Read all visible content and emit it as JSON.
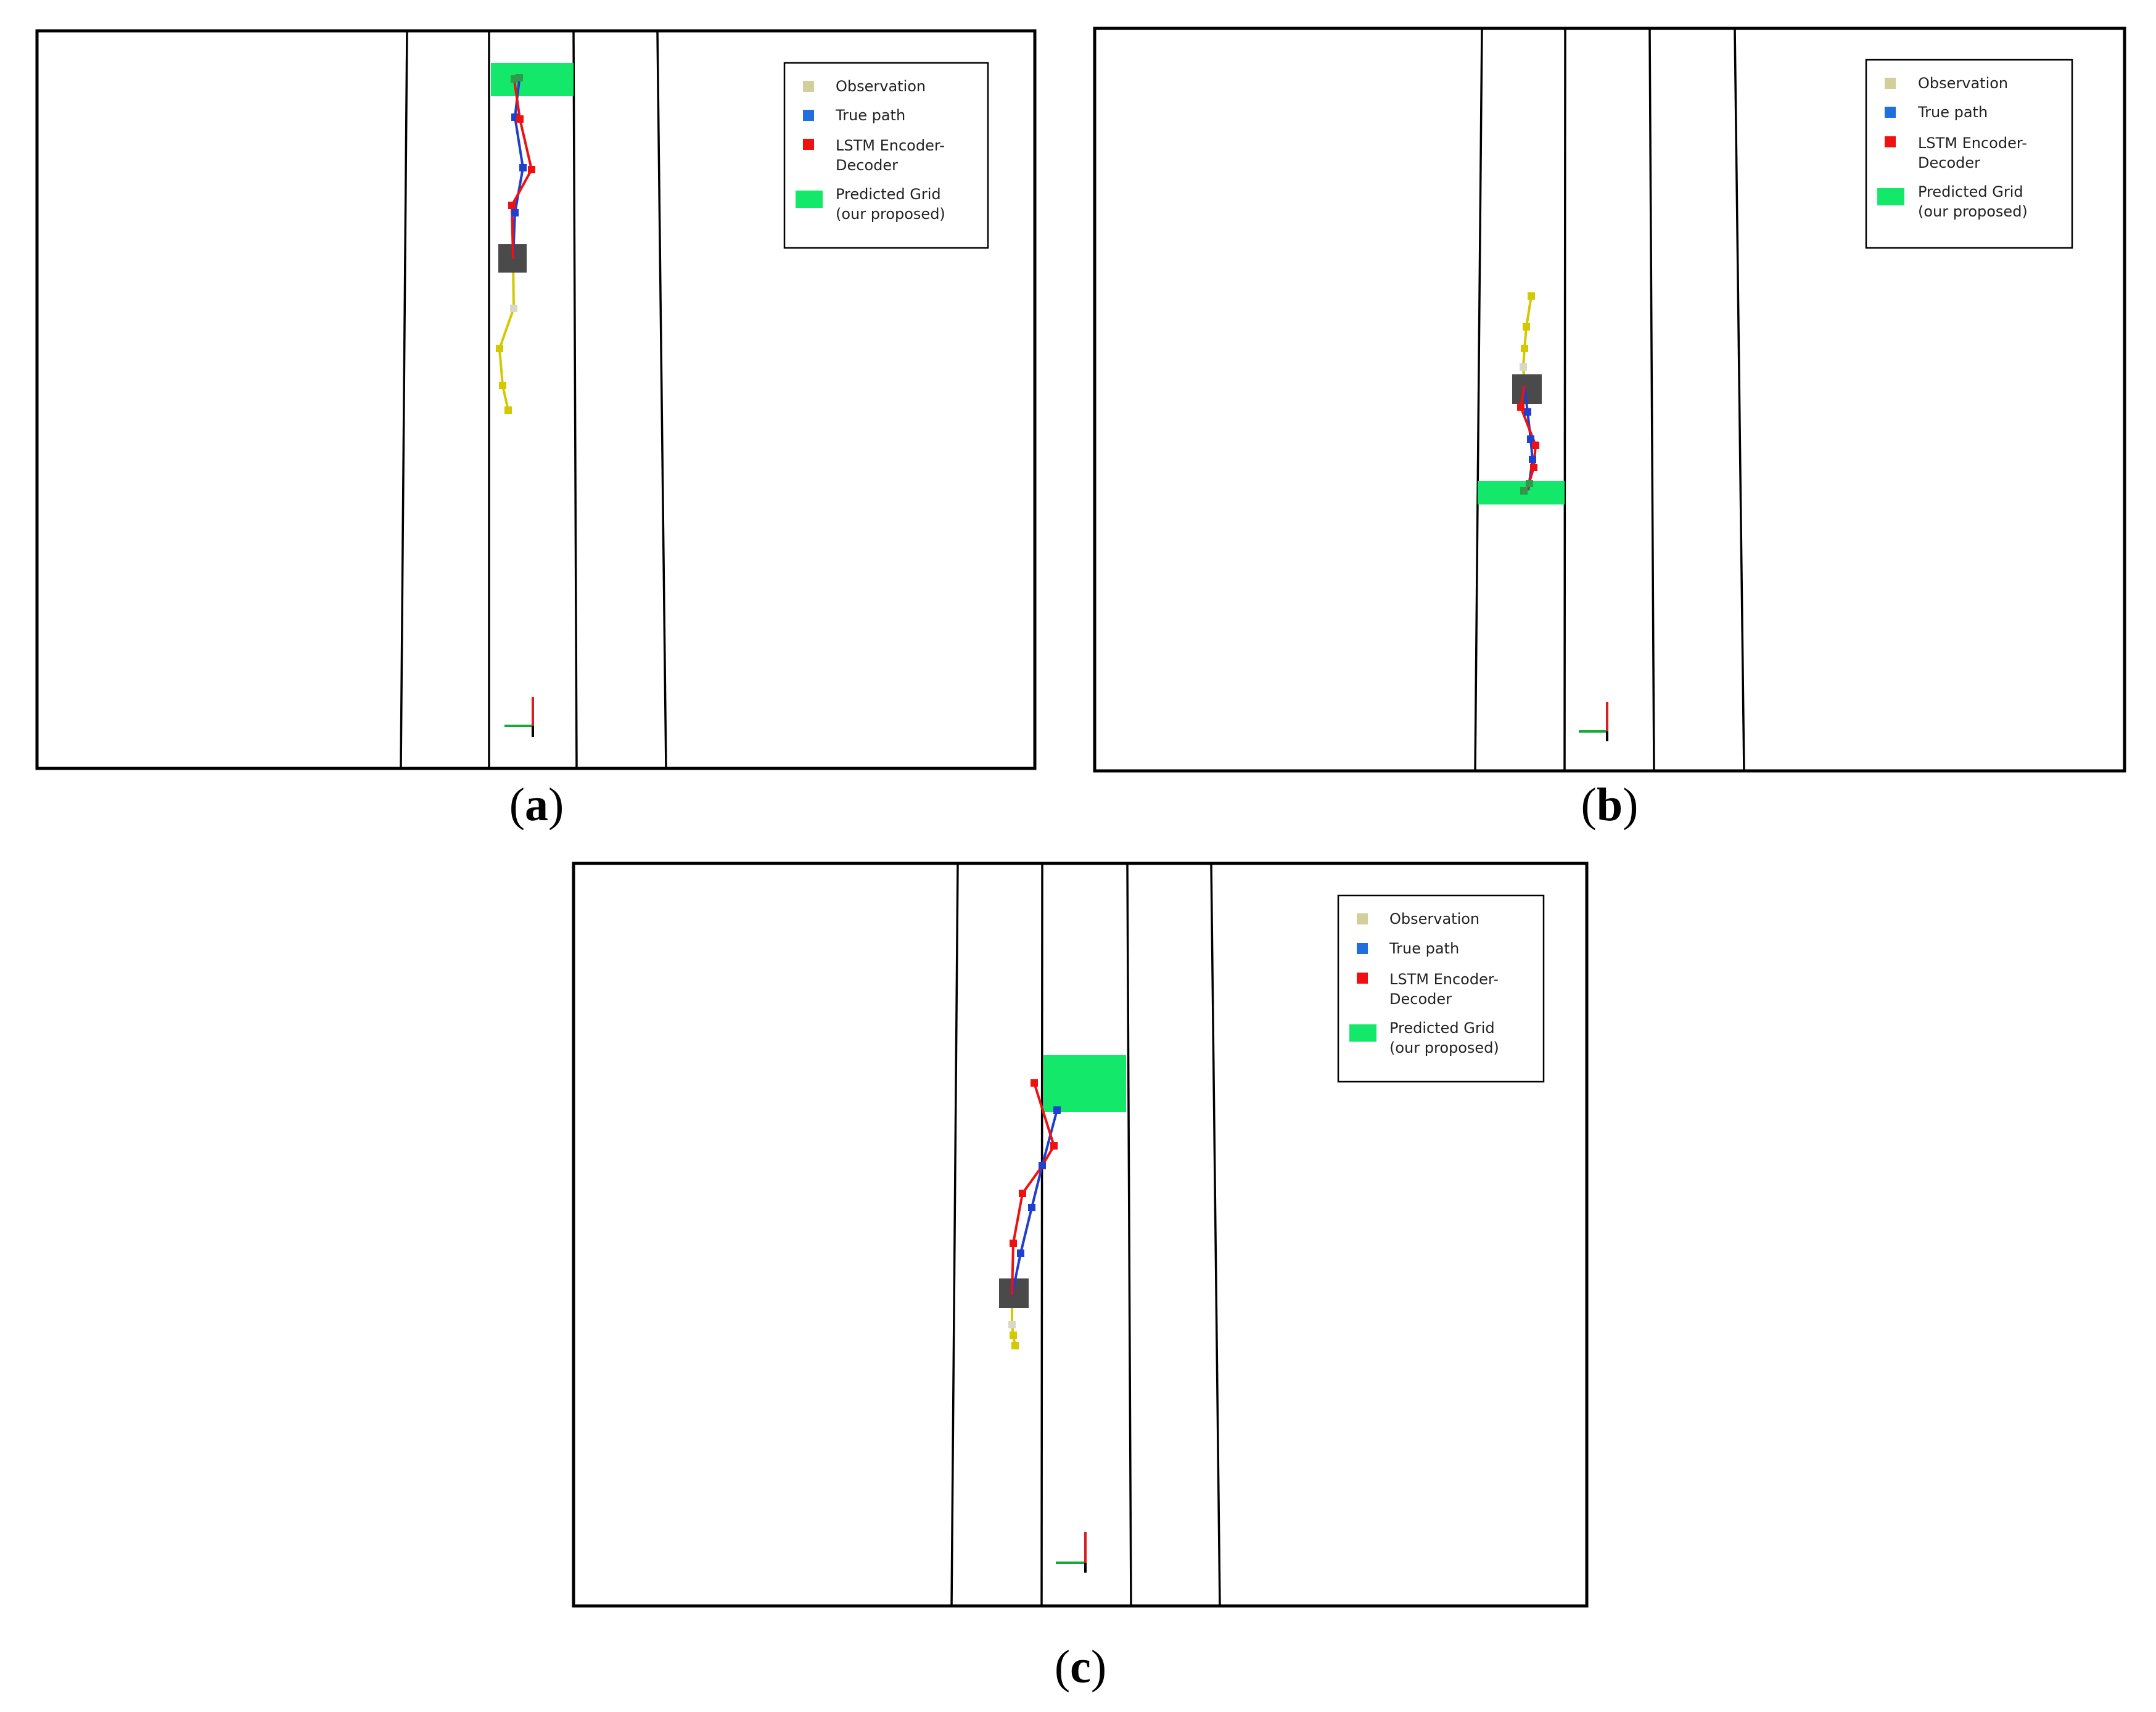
{
  "legend": {
    "observation": "Observation",
    "true_path": "True path",
    "lstm_line1": "LSTM Encoder-",
    "lstm_line2": "Decoder",
    "grid_line1": "Predicted Grid",
    "grid_line2": "(our proposed)"
  },
  "colors": {
    "observation_marker": "#d2cf9a",
    "observation_path": "#d4c900",
    "true_path": "#1f3fcf",
    "lstm": "#ee1111",
    "predicted_grid": "#14e86a",
    "current_position": "#4a4a4a",
    "axis_x": "#1aa83a",
    "axis_y": "#d81e1e"
  },
  "captions": {
    "a": "a",
    "b": "b",
    "c": "c"
  }
}
